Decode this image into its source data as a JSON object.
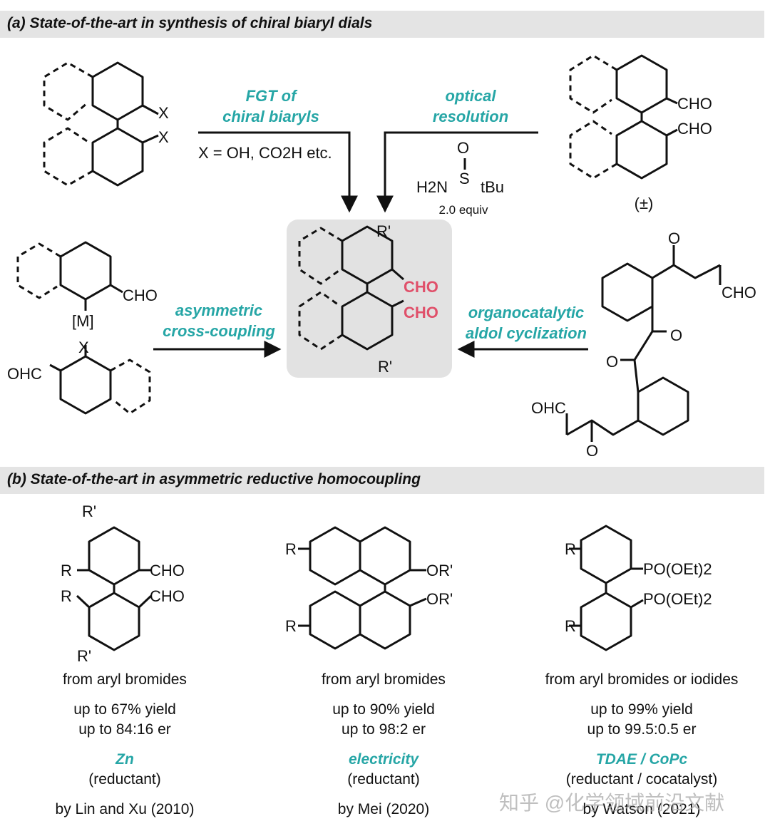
{
  "section_a": {
    "title": "(a) State-of-the-art in synthesis of chiral biaryl dials"
  },
  "section_b": {
    "title": "(b) State-of-the-art in asymmetric reductive homocoupling"
  },
  "routes": {
    "fgt": {
      "line1": "FGT of",
      "line2": "chiral biaryls",
      "condition": "X = OH, CO2H etc."
    },
    "resolution": {
      "line1": "optical",
      "line2": "resolution",
      "reagent_equiv": "2.0 equiv"
    },
    "cross_coupling": {
      "line1": "asymmetric",
      "line2": "cross-coupling"
    },
    "aldol": {
      "line1": "organocatalytic",
      "line2": "aldol cyclization"
    }
  },
  "molecule_labels": {
    "x": "X",
    "cho": "CHO",
    "ohc": "OHC",
    "racemic": "(±)",
    "metal": "[M]",
    "r_prime": "R'",
    "r": "R",
    "or_prime": "OR'",
    "o": "O",
    "s": "S",
    "h2n": "H2N",
    "tbu": "tBu",
    "po_oet2": "PO(OEt)2"
  },
  "examples": [
    {
      "source": "from aryl bromides",
      "yield": "up to 67% yield",
      "er": "up to 84:16 er",
      "reagent": "Zn",
      "role": "(reductant)",
      "credit": "by Lin and Xu (2010)"
    },
    {
      "source": "from aryl bromides",
      "yield": "up to 90% yield",
      "er": "up to 98:2 er",
      "reagent": "electricity",
      "role": "(reductant)",
      "credit": "by Mei (2020)"
    },
    {
      "source": "from aryl bromides or iodides",
      "yield": "up to 99% yield",
      "er": "up to 99.5:0.5 er",
      "reagent": "TDAE / CoPc",
      "role": "(reductant / cocatalyst)",
      "credit": "by Watson (2021)"
    }
  ],
  "watermark": "知乎 @化学领域前沿文献",
  "colors": {
    "accent_teal": "#26a6a6",
    "highlight_pink": "#e0506a",
    "banner_gray": "#e4e4e4",
    "center_box": "#e2e2e2"
  }
}
